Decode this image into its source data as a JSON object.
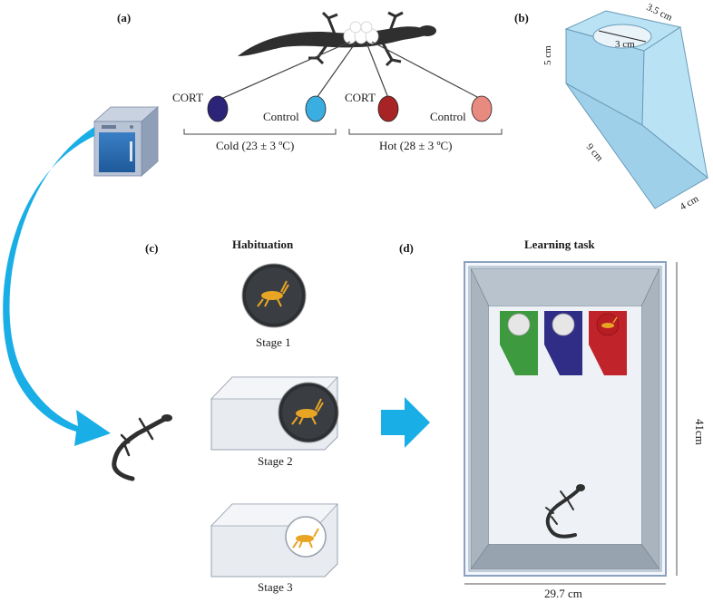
{
  "panels": {
    "a": "(a)",
    "b": "(b)",
    "c": "(c)",
    "d": "(d)"
  },
  "panel_a": {
    "left_group": {
      "cort": "CORT",
      "control": "Control",
      "label": "Cold (23 ± 3 ºC)"
    },
    "right_group": {
      "cort": "CORT",
      "control": "Control",
      "label": "Hot (28 ± 3 ºC)"
    },
    "colors": {
      "cold_cort": "#2b2478",
      "cold_control": "#3aaee0",
      "hot_cort": "#a82323",
      "hot_control": "#e98a80"
    }
  },
  "panel_b": {
    "dims": {
      "top_diameter": "3 cm",
      "top_side": "3.5 cm",
      "height": "5 cm",
      "length": "9 cm",
      "width": "4 cm"
    },
    "color": "#b9e2f5"
  },
  "panel_c": {
    "title": "Habituation",
    "stages": [
      "Stage 1",
      "Stage 2",
      "Stage 3"
    ]
  },
  "panel_d": {
    "title": "Learning task",
    "height_label": "41cm",
    "width_label": "29.7 cm",
    "box_colors": {
      "green": "#3e9a3e",
      "blue": "#2f2d86",
      "red": "#c0232a"
    }
  },
  "arrow_color": "#1aaee6"
}
